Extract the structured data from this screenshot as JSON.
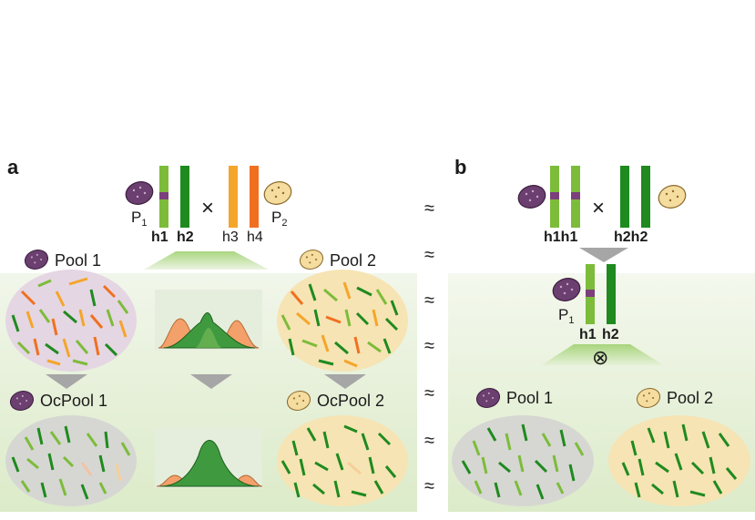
{
  "panel_a": {
    "letter": "a",
    "parents": {
      "p1": {
        "main": "P",
        "sub": "1",
        "color": "#6b3f6f"
      },
      "p2": {
        "main": "P",
        "sub": "2",
        "color": "#f2d79a"
      }
    },
    "cross_symbol": "×",
    "haplotypes": {
      "h1": "h1",
      "h2": "h2",
      "h3": "h3",
      "h4": "h4"
    },
    "pool1_label": "Pool 1",
    "pool2_label": "Pool 2",
    "ocpool1_label": "OcPool 1",
    "ocpool2_label": "OcPool 2"
  },
  "panel_b": {
    "letter": "b",
    "haplotypes_p1": "h1h1",
    "haplotypes_p2": "h2h2",
    "cross_symbol": "×",
    "f1_parent": {
      "main": "P",
      "sub": "1"
    },
    "f1_haps": {
      "h1": "h1",
      "h2": "h2"
    },
    "self_symbol": "⊗",
    "pool1_label": "Pool 1",
    "pool2_label": "Pool 2"
  },
  "separator_symbol": "≈",
  "colors": {
    "purple": "#6b2f6b",
    "tan": "#d9b06a",
    "light_green": "#7cbc3a",
    "dark_green": "#1f8a1f",
    "orange_dark": "#f07020",
    "orange_light": "#f5a52a",
    "background_green": "#e6f0d8"
  }
}
